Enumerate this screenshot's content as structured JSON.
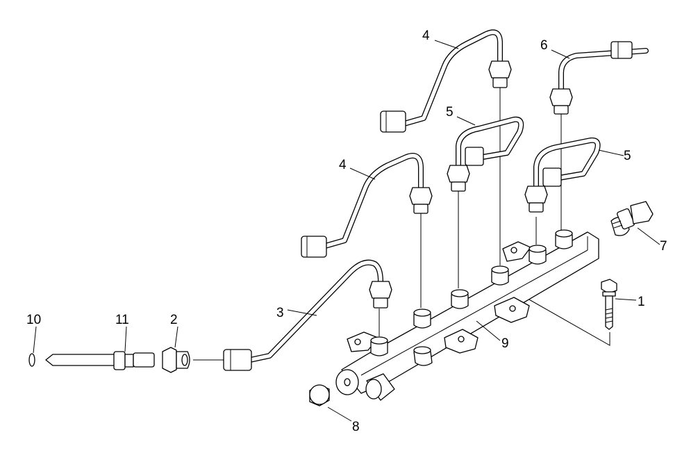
{
  "diagram": {
    "callouts": [
      {
        "id": "c1",
        "label": "1"
      },
      {
        "id": "c2",
        "label": "2"
      },
      {
        "id": "c3",
        "label": "3"
      },
      {
        "id": "c4a",
        "label": "4"
      },
      {
        "id": "c4b",
        "label": "4"
      },
      {
        "id": "c5a",
        "label": "5"
      },
      {
        "id": "c5b",
        "label": "5"
      },
      {
        "id": "c6",
        "label": "6"
      },
      {
        "id": "c7",
        "label": "7"
      },
      {
        "id": "c8",
        "label": "8"
      },
      {
        "id": "c9",
        "label": "9"
      },
      {
        "id": "c10",
        "label": "10"
      },
      {
        "id": "c11",
        "label": "11"
      }
    ]
  }
}
